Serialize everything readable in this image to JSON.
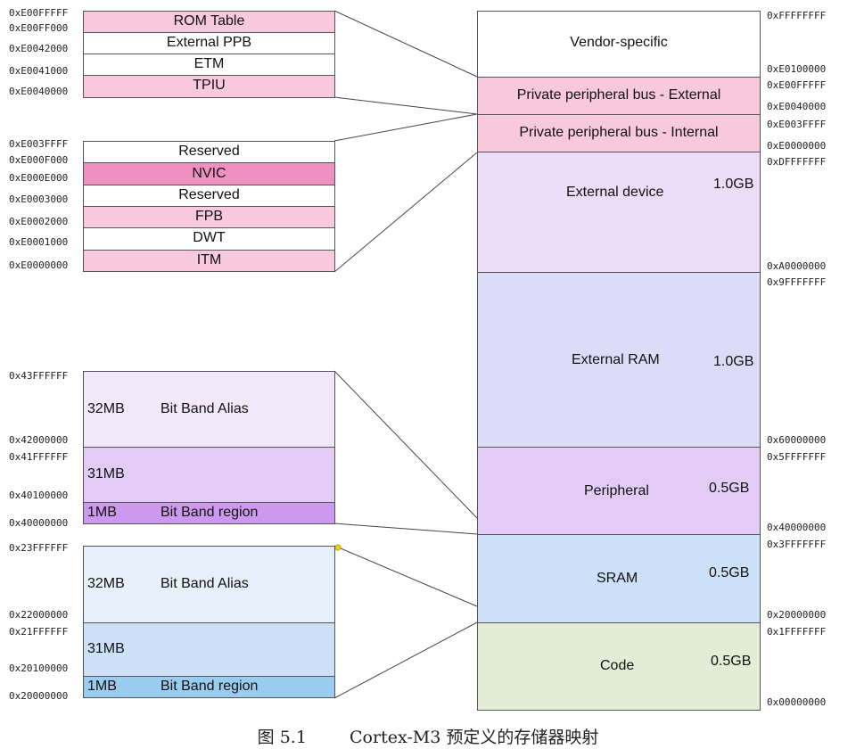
{
  "main_map": {
    "regions": [
      {
        "key": "vendor",
        "label": "Vendor-specific",
        "size": "",
        "color": "#ffffff"
      },
      {
        "key": "ppb_ext",
        "label": "Private peripheral bus - External",
        "size": "",
        "color": "#f8c8dc"
      },
      {
        "key": "ppb_int",
        "label": "Private peripheral bus - Internal",
        "size": "",
        "color": "#f8c8dc"
      },
      {
        "key": "ext_device",
        "label": "External device",
        "size": "1.0GB",
        "color": "#ecdcf8"
      },
      {
        "key": "ext_ram",
        "label": "External RAM",
        "size": "1.0GB",
        "color": "#dcdcf8"
      },
      {
        "key": "peripheral",
        "label": "Peripheral",
        "size": "0.5GB",
        "color": "#e2ccf6"
      },
      {
        "key": "sram",
        "label": "SRAM",
        "size": "0.5GB",
        "color": "#cce0f8"
      },
      {
        "key": "code",
        "label": "Code",
        "size": "0.5GB",
        "color": "#e2ecd6"
      }
    ],
    "addresses": [
      "0xFFFFFFFF",
      "0xE0100000",
      "0xE00FFFFF",
      "0xE0040000",
      "0xE003FFFF",
      "0xE0000000",
      "0xDFFFFFFF",
      "0xA0000000",
      "0x9FFFFFFF",
      "0x60000000",
      "0x5FFFFFFF",
      "0x40000000",
      "0x3FFFFFFF",
      "0x20000000",
      "0x1FFFFFFF",
      "0x00000000"
    ]
  },
  "external_ppb": {
    "cells": [
      "ROM Table",
      "External PPB",
      "ETM",
      "TPIU"
    ],
    "colors": [
      "#f8c8dc",
      "#ffffff",
      "#ffffff",
      "#f8c8dc"
    ],
    "addresses": [
      "0xE00FFFFF",
      "0xE00FF000",
      "0xE0042000",
      "0xE0041000",
      "0xE0040000"
    ]
  },
  "internal_ppb": {
    "cells": [
      "Reserved",
      "NVIC",
      "Reserved",
      "FPB",
      "DWT",
      "ITM"
    ],
    "colors": [
      "#ffffff",
      "#f090c0",
      "#ffffff",
      "#f8c8dc",
      "#ffffff",
      "#f8c8dc"
    ],
    "addresses": [
      "0xE003FFFF",
      "0xE000F000",
      "0xE000E000",
      "0xE0003000",
      "0xE0002000",
      "0xE0001000",
      "0xE0000000"
    ]
  },
  "periph_bitband": {
    "alias_size": "32MB",
    "alias_label": "Bit Band Alias",
    "mid_size": "31MB",
    "region_size": "1MB",
    "region_label": "Bit Band region",
    "colors": {
      "alias": "#f2e8fa",
      "mid": "#e2ccf6",
      "region": "#cc99ee"
    },
    "addresses": [
      "0x43FFFFFF",
      "0x42000000",
      "0x41FFFFFF",
      "0x40100000",
      "0x40000000"
    ]
  },
  "sram_bitband": {
    "alias_size": "32MB",
    "alias_label": "Bit Band Alias",
    "mid_size": "31MB",
    "region_size": "1MB",
    "region_label": "Bit Band region",
    "colors": {
      "alias": "#e6f0fa",
      "mid": "#cce0f8",
      "region": "#99ccee"
    },
    "addresses": [
      "0x23FFFFFF",
      "0x22000000",
      "0x21FFFFFF",
      "0x20100000",
      "0x20000000"
    ]
  },
  "caption": {
    "figure": "图 5.1",
    "title": "Cortex-M3 预定义的存储器映射"
  }
}
